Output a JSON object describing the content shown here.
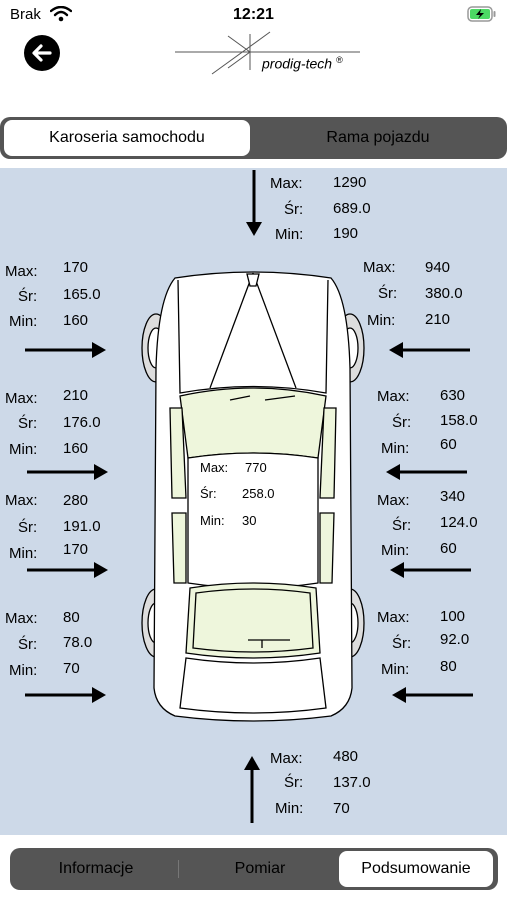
{
  "status_bar": {
    "carrier": "Brak",
    "time": "12:21"
  },
  "header": {
    "brand": "prodig-tech",
    "registered": "®"
  },
  "top_tabs": {
    "body": "Karoseria samochodu",
    "frame": "Rama pojazdu",
    "selected": "body"
  },
  "labels": {
    "max": "Max:",
    "avg": "Śr:",
    "min": "Min:"
  },
  "measurements": {
    "top": {
      "max": "1290",
      "avg": "689.0",
      "min": "190"
    },
    "left_1": {
      "max": "170",
      "avg": "165.0",
      "min": "160"
    },
    "right_1": {
      "max": "940",
      "avg": "380.0",
      "min": "210"
    },
    "left_2": {
      "max": "210",
      "avg": "176.0",
      "min": "160"
    },
    "right_2": {
      "max": "630",
      "avg": "158.0",
      "min": "60"
    },
    "roof": {
      "max": "770",
      "avg": "258.0",
      "min": "30"
    },
    "left_3": {
      "max": "280",
      "avg": "191.0",
      "min": "170"
    },
    "right_3": {
      "max": "340",
      "avg": "124.0",
      "min": "60"
    },
    "left_4": {
      "max": "80",
      "avg": "78.0",
      "min": "70"
    },
    "right_4": {
      "max": "100",
      "avg": "92.0",
      "min": "80"
    },
    "bottom": {
      "max": "480",
      "avg": "137.0",
      "min": "70"
    }
  },
  "bottom_tabs": {
    "info": "Informacje",
    "measure": "Pomiar",
    "summary": "Podsumowanie",
    "selected": "summary"
  },
  "colors": {
    "panel": "#cdd9e8",
    "segment": "#555555",
    "glass": "#eef6dc"
  }
}
